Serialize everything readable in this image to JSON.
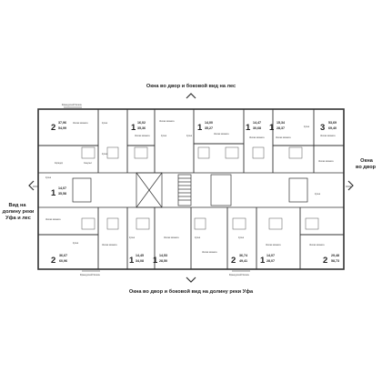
{
  "orientation": {
    "top": "Окна во двор и боковой вид на лес",
    "bottom": "Окна во двор и боковой вид на долину реки Уфа",
    "right_line1": "Окна",
    "right_line2": "во двор",
    "left_line1": "Вид на",
    "left_line2": "долину реки",
    "left_line3": "Уфа и лес"
  },
  "apartments": {
    "a1": {
      "rooms": "2",
      "area": "37,96",
      "living": "54,99"
    },
    "a2": {
      "rooms": "1",
      "area": "16,02",
      "living": "35,36"
    },
    "a3": {
      "rooms": "1",
      "area": "14,00",
      "living": "35,27"
    },
    "a4": {
      "rooms": "1",
      "area": "14,47",
      "living": "30,68"
    },
    "a5": {
      "rooms": "1",
      "area": "15,34",
      "living": "28,37"
    },
    "a6": {
      "rooms": "3",
      "area": "53,69",
      "living": "69,40"
    },
    "a7": {
      "rooms": "1",
      "area": "14,07",
      "living": "35,58"
    },
    "a8": {
      "rooms": "2",
      "area": "36,67",
      "living": "60,96"
    },
    "a9": {
      "rooms": "1",
      "area": "14,45",
      "living": "34,08"
    },
    "a10": {
      "rooms": "1",
      "area": "14,53",
      "living": "28,50"
    },
    "a11": {
      "rooms": "2",
      "area": "36,74",
      "living": "49,41"
    },
    "a12": {
      "rooms": "1",
      "area": "14,07",
      "living": "28,07"
    },
    "a13": {
      "rooms": "2",
      "area": "29,48",
      "living": "58,73"
    }
  },
  "rooms": {
    "r1": "Жилая комната",
    "r2": "Кухня",
    "r3": "Санузел",
    "r4": "Коридор",
    "r5": "Кухня",
    "r6": "Жилая комната",
    "r7": "Жилая комната",
    "r8": "Кухня",
    "r9": "Жилая комната",
    "r10": "Кухня",
    "r11": "Жилая комната",
    "r12": "Жилая комната",
    "r13": "Кухня",
    "r14": "Жилая комната",
    "r15": "Жилая комната",
    "r16": "Кухня",
    "r17": "Жилая комната",
    "r18": "Кухня",
    "r19": "Жилая комната",
    "r20": "Кухня",
    "r21": "Жилая комната",
    "r22": "Кухня",
    "r23": "Жилая комната",
    "r24": "Кухня",
    "r25": "Жилая комната",
    "r26": "Жилая комната",
    "r27": "Кухня",
    "r28": "Французский балкон",
    "r29": "Французский балкон",
    "r30": "Французский балкон"
  },
  "colors": {
    "wall": "#333333",
    "text": "#222222",
    "arrow": "#333333"
  }
}
